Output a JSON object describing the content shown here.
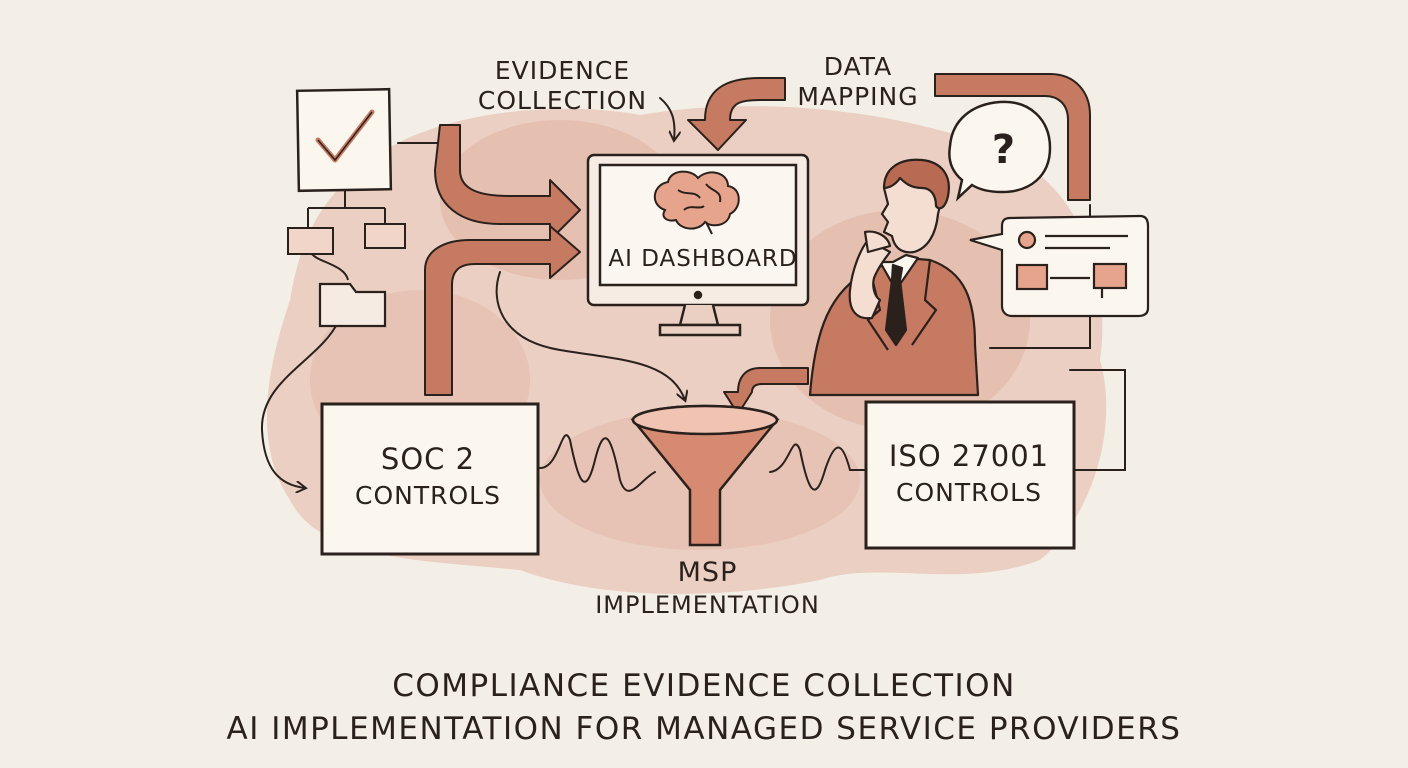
{
  "labels": {
    "evidence_line1": "Evidence",
    "evidence_line2": "Collection",
    "mapping_line1": "Data",
    "mapping_line2": "Mapping",
    "dashboard": "AI Dashboard",
    "soc_line1": "SOC 2",
    "soc_line2": "Controls",
    "iso_line1": "ISO 27001",
    "iso_line2": "Controls",
    "msp_line1": "MSP",
    "msp_line2": "Implementation",
    "question": "?"
  },
  "title": {
    "line1": "Compliance Evidence Collection",
    "line2": "AI Implementation for Managed Service Providers"
  },
  "icons": [
    "checklist-icon",
    "flowchart-icon",
    "folder-icon",
    "brain-icon",
    "monitor-icon",
    "funnel-icon",
    "businessman-icon",
    "speech-bubble-icon",
    "chat-card-icon"
  ],
  "colors": {
    "background": "#f3efe6",
    "watercolor": "#d9957e",
    "ink": "#2a211c",
    "arrow_fill": "#c77a62"
  }
}
